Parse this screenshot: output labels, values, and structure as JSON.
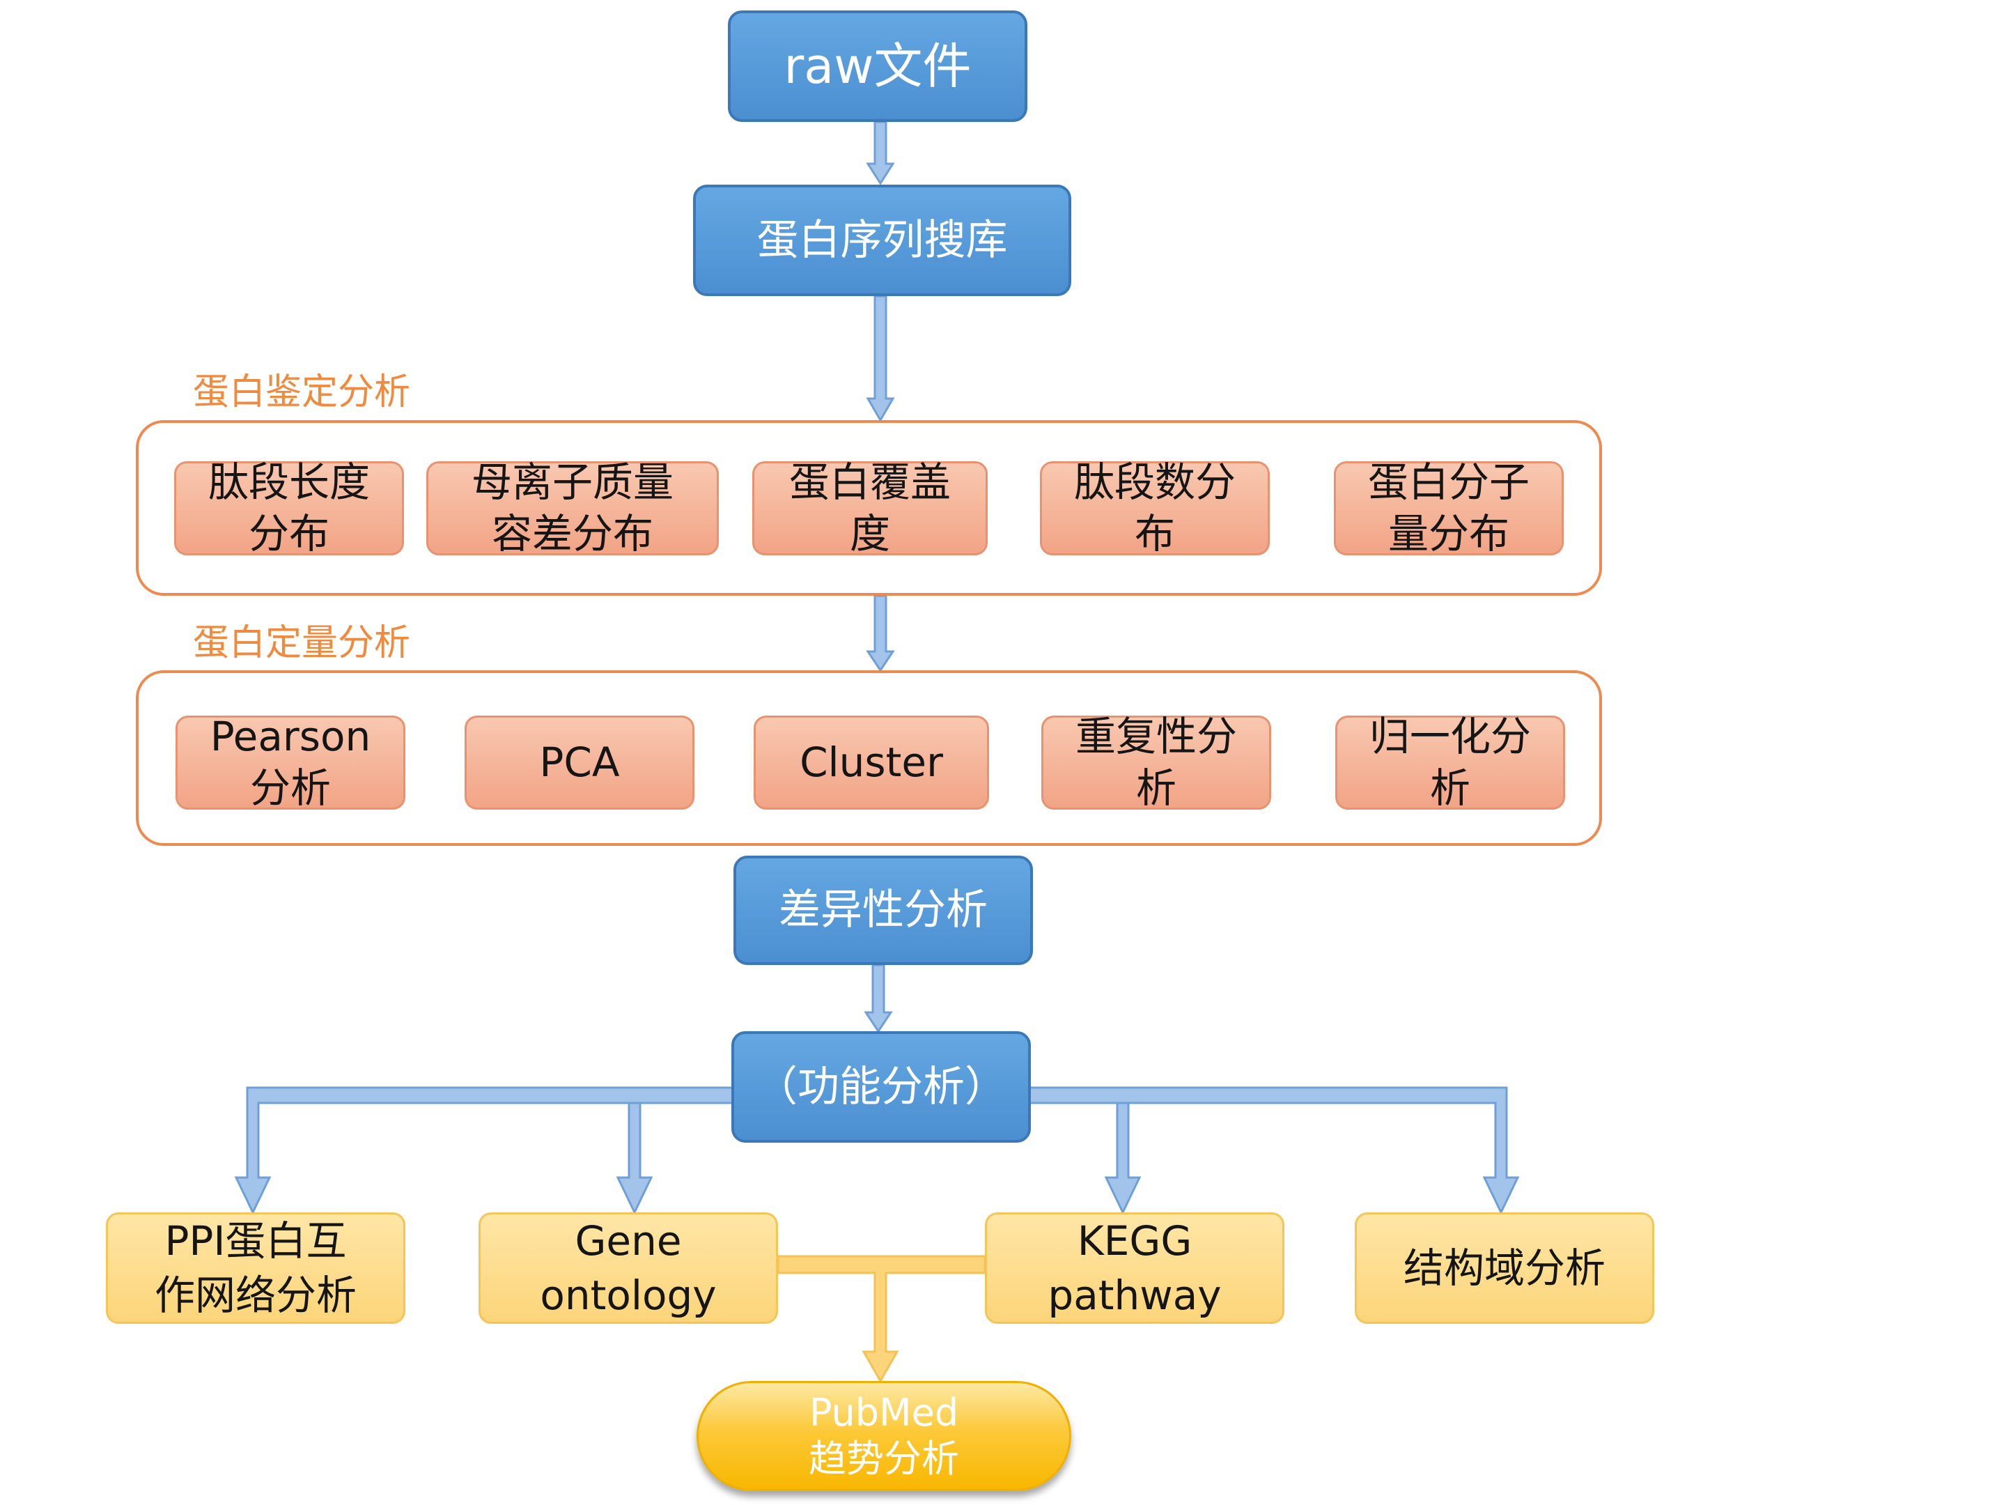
{
  "top": {
    "raw_file": "raw文件",
    "search_db": "蛋白序列搜库"
  },
  "identification": {
    "label": "蛋白鉴定分析",
    "items": [
      {
        "line1": "肽段长度",
        "line2": "分布"
      },
      {
        "line1": "母离子质量",
        "line2": "容差分布"
      },
      {
        "line1": "蛋白覆盖",
        "line2": "度"
      },
      {
        "line1": "肽段数分",
        "line2": "布"
      },
      {
        "line1": "蛋白分子",
        "line2": "量分布"
      }
    ]
  },
  "quantification": {
    "label": "蛋白定量分析",
    "items": [
      {
        "line1": "Pearson",
        "line2": "分析"
      },
      {
        "line1": "PCA",
        "line2": ""
      },
      {
        "line1": "Cluster",
        "line2": ""
      },
      {
        "line1": "重复性分",
        "line2": "析"
      },
      {
        "line1": "归一化分",
        "line2": "析"
      }
    ]
  },
  "differential": "差异性分析",
  "functional": "（功能分析）",
  "functions": [
    {
      "line1": "PPI蛋白互",
      "line2": "作网络分析"
    },
    {
      "line1": "Gene",
      "line2": "ontology"
    },
    {
      "line1": "KEGG",
      "line2": "pathway"
    },
    {
      "line1": "结构域分析",
      "line2": ""
    }
  ],
  "pubmed": {
    "line1": "PubMed",
    "line2": "趋势分析"
  },
  "colors": {
    "blue_box": "#5b9bd5",
    "orange_box": "#f4b093",
    "yellow_box": "#fdd98a",
    "group_border": "#ee8a50",
    "label_text": "#ef8a3f",
    "connector_blue": "#9cc1e6",
    "connector_yellow": "#fcd57a"
  }
}
